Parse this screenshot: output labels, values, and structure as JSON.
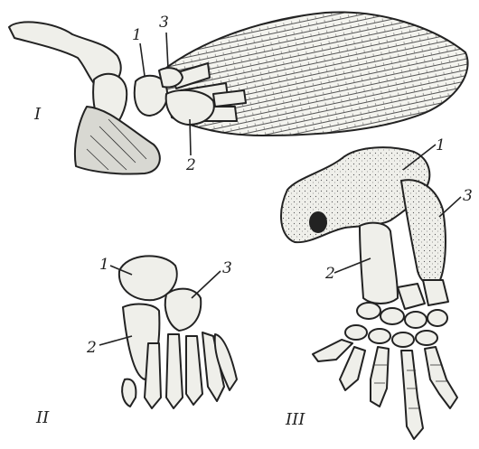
{
  "panels": [
    {
      "id": "I",
      "roman": "I",
      "labels": {
        "one": "1",
        "two": "2",
        "three": "3"
      }
    },
    {
      "id": "II",
      "roman": "II",
      "labels": {
        "one": "1",
        "two": "2",
        "three": "3"
      }
    },
    {
      "id": "III",
      "roman": "III",
      "labels": {
        "one": "1",
        "two": "2",
        "three": "3"
      }
    }
  ]
}
